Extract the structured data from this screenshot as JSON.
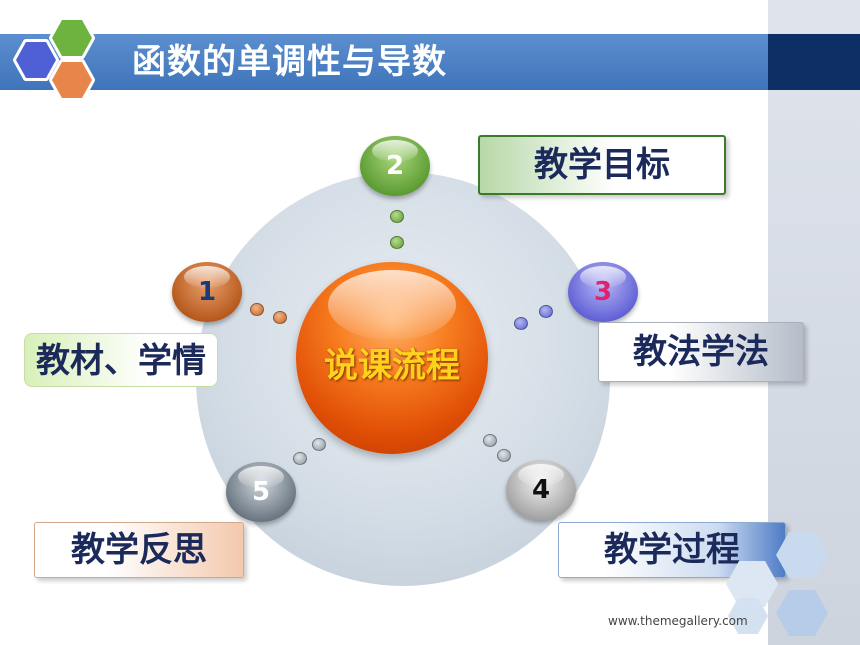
{
  "slide": {
    "title": "函数的单调性与导数",
    "footer": "www.themegallery.com"
  },
  "diagram": {
    "center": "说课流程",
    "nodes": [
      {
        "number": "1",
        "label": "教材、学情",
        "color": "#b85b1f"
      },
      {
        "number": "2",
        "label": "教学目标",
        "color": "#5f9e35"
      },
      {
        "number": "3",
        "label": "教法学法",
        "color": "#6464d8"
      },
      {
        "number": "4",
        "label": "教学过程",
        "color": "#a6a6a6"
      },
      {
        "number": "5",
        "label": "教学反思",
        "color": "#6d7984"
      }
    ]
  },
  "colors": {
    "title_bar": "#4a7fc1",
    "title_bar_dark": "#0e2f66",
    "center_ball": "#f77c1f",
    "center_text": "#ffd21c",
    "label_text": "#1b2a5a"
  },
  "icons": {
    "logo": "hexagon-cluster-icon",
    "decoration": "hexagon-pattern-icon"
  }
}
